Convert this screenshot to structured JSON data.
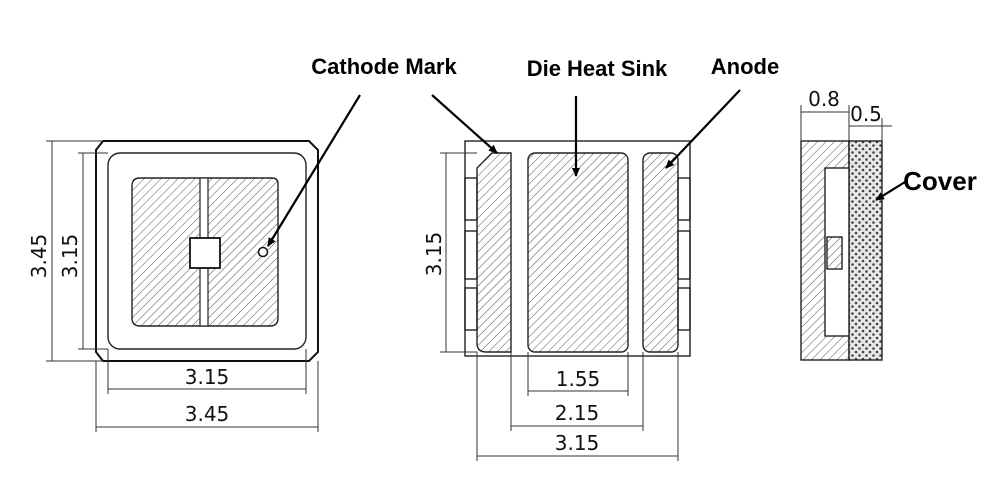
{
  "labels": {
    "cathode_mark": "Cathode Mark",
    "die_heat_sink": "Die Heat Sink",
    "anode": "Anode",
    "cover": "Cover"
  },
  "dimensions": {
    "top_view": {
      "outer_height": "3.45",
      "inner_height": "3.15",
      "inner_width": "3.15",
      "outer_width": "3.45"
    },
    "bottom_view": {
      "height": "3.15",
      "pad_center": "1.55",
      "pad_span": "2.15",
      "overall_width": "3.15"
    },
    "side_view": {
      "body_thickness": "0.8",
      "cover_thickness": "0.5"
    }
  },
  "colors": {
    "line": "#222222",
    "text": "#000000",
    "background": "#ffffff"
  }
}
